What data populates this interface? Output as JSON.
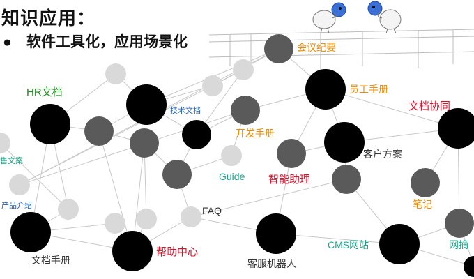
{
  "slide": {
    "title": "知识应用：",
    "bullet_symbol": "●",
    "bullet_text": "软件工具化，应用场景化"
  },
  "colors": {
    "green": "#1e8a1e",
    "orange": "#f08c00",
    "red": "#e0102a",
    "teal": "#18a88a",
    "blue": "#1f5fb4",
    "dark": "#333333",
    "node_black": "#000000",
    "node_dark": "#5a5a5a",
    "node_light": "#d9d9d9",
    "edge": "#c8c8c8"
  },
  "graph": {
    "nodes": [
      {
        "id": "meeting",
        "size": "m",
        "shade": "dark"
      },
      {
        "id": "hr",
        "size": "l",
        "shade": "black"
      },
      {
        "id": "tech",
        "size": "l",
        "shade": "black"
      },
      {
        "id": "staff",
        "size": "l",
        "shade": "black"
      },
      {
        "id": "dev",
        "size": "m",
        "shade": "dark"
      },
      {
        "id": "collab",
        "size": "l",
        "shade": "black"
      },
      {
        "id": "client",
        "size": "l",
        "shade": "black"
      },
      {
        "id": "assistant",
        "size": "m",
        "shade": "dark"
      },
      {
        "id": "mid1",
        "size": "m",
        "shade": "dark"
      },
      {
        "id": "mid2",
        "size": "m",
        "shade": "dark"
      },
      {
        "id": "mid3",
        "size": "m",
        "shade": "black"
      },
      {
        "id": "mid4",
        "size": "m",
        "shade": "dark"
      },
      {
        "id": "guide",
        "size": "s",
        "shade": "light"
      },
      {
        "id": "faq",
        "size": "s",
        "shade": "light"
      },
      {
        "id": "right_mid",
        "size": "m",
        "shade": "dark"
      },
      {
        "id": "notes",
        "size": "m",
        "shade": "dark"
      },
      {
        "id": "product",
        "size": "l",
        "shade": "black"
      },
      {
        "id": "help",
        "size": "l",
        "shade": "black"
      },
      {
        "id": "bot",
        "size": "l",
        "shade": "black"
      },
      {
        "id": "cms",
        "size": "l",
        "shade": "black"
      },
      {
        "id": "digest",
        "size": "m",
        "shade": "dark"
      },
      {
        "id": "l1",
        "size": "s",
        "shade": "light"
      },
      {
        "id": "l2",
        "size": "s",
        "shade": "light"
      },
      {
        "id": "l3",
        "size": "s",
        "shade": "light"
      },
      {
        "id": "l4",
        "size": "s",
        "shade": "light"
      },
      {
        "id": "l5",
        "size": "s",
        "shade": "light"
      },
      {
        "id": "l6",
        "size": "s",
        "shade": "light"
      },
      {
        "id": "l7",
        "size": "s",
        "shade": "light"
      },
      {
        "id": "l8",
        "size": "s",
        "shade": "light"
      },
      {
        "id": "corner",
        "size": "s",
        "shade": "black"
      }
    ],
    "labels": [
      {
        "id": "lbl-meeting",
        "text": "会议纪要",
        "color": "orange"
      },
      {
        "id": "lbl-hr",
        "text": "HR文档",
        "color": "green"
      },
      {
        "id": "lbl-tech",
        "text": "技术文档",
        "color": "blue"
      },
      {
        "id": "lbl-staff",
        "text": "员工手册",
        "color": "orange"
      },
      {
        "id": "lbl-collab",
        "text": "文档协同",
        "color": "red"
      },
      {
        "id": "lbl-dev",
        "text": "开发手册",
        "color": "orange"
      },
      {
        "id": "lbl-client",
        "text": "客户方案",
        "color": "dark"
      },
      {
        "id": "lbl-sales",
        "text": "售文案",
        "color": "teal"
      },
      {
        "id": "lbl-guide",
        "text": "Guide",
        "color": "teal"
      },
      {
        "id": "lbl-assistant",
        "text": "智能助理",
        "color": "red"
      },
      {
        "id": "lbl-product",
        "text": "产品介绍",
        "color": "blue"
      },
      {
        "id": "lbl-faq",
        "text": "FAQ",
        "color": "dark"
      },
      {
        "id": "lbl-notes",
        "text": "笔记",
        "color": "orange"
      },
      {
        "id": "lbl-cms",
        "text": "CMS网站",
        "color": "teal"
      },
      {
        "id": "lbl-digest",
        "text": "网摘",
        "color": "teal"
      },
      {
        "id": "lbl-help",
        "text": "帮助中心",
        "color": "red"
      },
      {
        "id": "lbl-bot",
        "text": "客服机器人",
        "color": "dark"
      },
      {
        "id": "lbl-manual",
        "text": "文档手册",
        "color": "dark"
      }
    ],
    "edges": [
      [
        "hr",
        "mid1"
      ],
      [
        "hr",
        "l1"
      ],
      [
        "hr",
        "product"
      ],
      [
        "hr",
        "l3"
      ],
      [
        "mid1",
        "tech"
      ],
      [
        "mid1",
        "mid2"
      ],
      [
        "tech",
        "l1"
      ],
      [
        "tech",
        "l2"
      ],
      [
        "tech",
        "mid3"
      ],
      [
        "tech",
        "meeting"
      ],
      [
        "mid3",
        "l4"
      ],
      [
        "mid3",
        "dev"
      ],
      [
        "dev",
        "l5"
      ],
      [
        "dev",
        "staff"
      ],
      [
        "l5",
        "meeting"
      ],
      [
        "staff",
        "meeting"
      ],
      [
        "staff",
        "collab"
      ],
      [
        "staff",
        "assistant"
      ],
      [
        "staff",
        "client"
      ],
      [
        "client",
        "assistant"
      ],
      [
        "client",
        "right_mid"
      ],
      [
        "client",
        "collab"
      ],
      [
        "collab",
        "notes"
      ],
      [
        "collab",
        "digest"
      ],
      [
        "right_mid",
        "faq"
      ],
      [
        "right_mid",
        "cms"
      ],
      [
        "cms",
        "digest"
      ],
      [
        "cms",
        "corner"
      ],
      [
        "digest",
        "corner"
      ],
      [
        "mid2",
        "help"
      ],
      [
        "mid2",
        "mid4"
      ],
      [
        "mid4",
        "guide"
      ],
      [
        "mid4",
        "faq"
      ],
      [
        "faq",
        "help"
      ],
      [
        "faq",
        "bot"
      ],
      [
        "bot",
        "assistant"
      ],
      [
        "help",
        "l6"
      ],
      [
        "help",
        "l7"
      ],
      [
        "l6",
        "product"
      ],
      [
        "product",
        "l3"
      ],
      [
        "l3",
        "l8"
      ],
      [
        "l7",
        "mid2"
      ],
      [
        "mid4",
        "mid3"
      ],
      [
        "guide",
        "dev"
      ],
      [
        "l2",
        "meeting"
      ],
      [
        "l4",
        "l5"
      ],
      [
        "help",
        "mid1"
      ],
      [
        "bot",
        "cms"
      ],
      [
        "product",
        "help"
      ]
    ]
  }
}
